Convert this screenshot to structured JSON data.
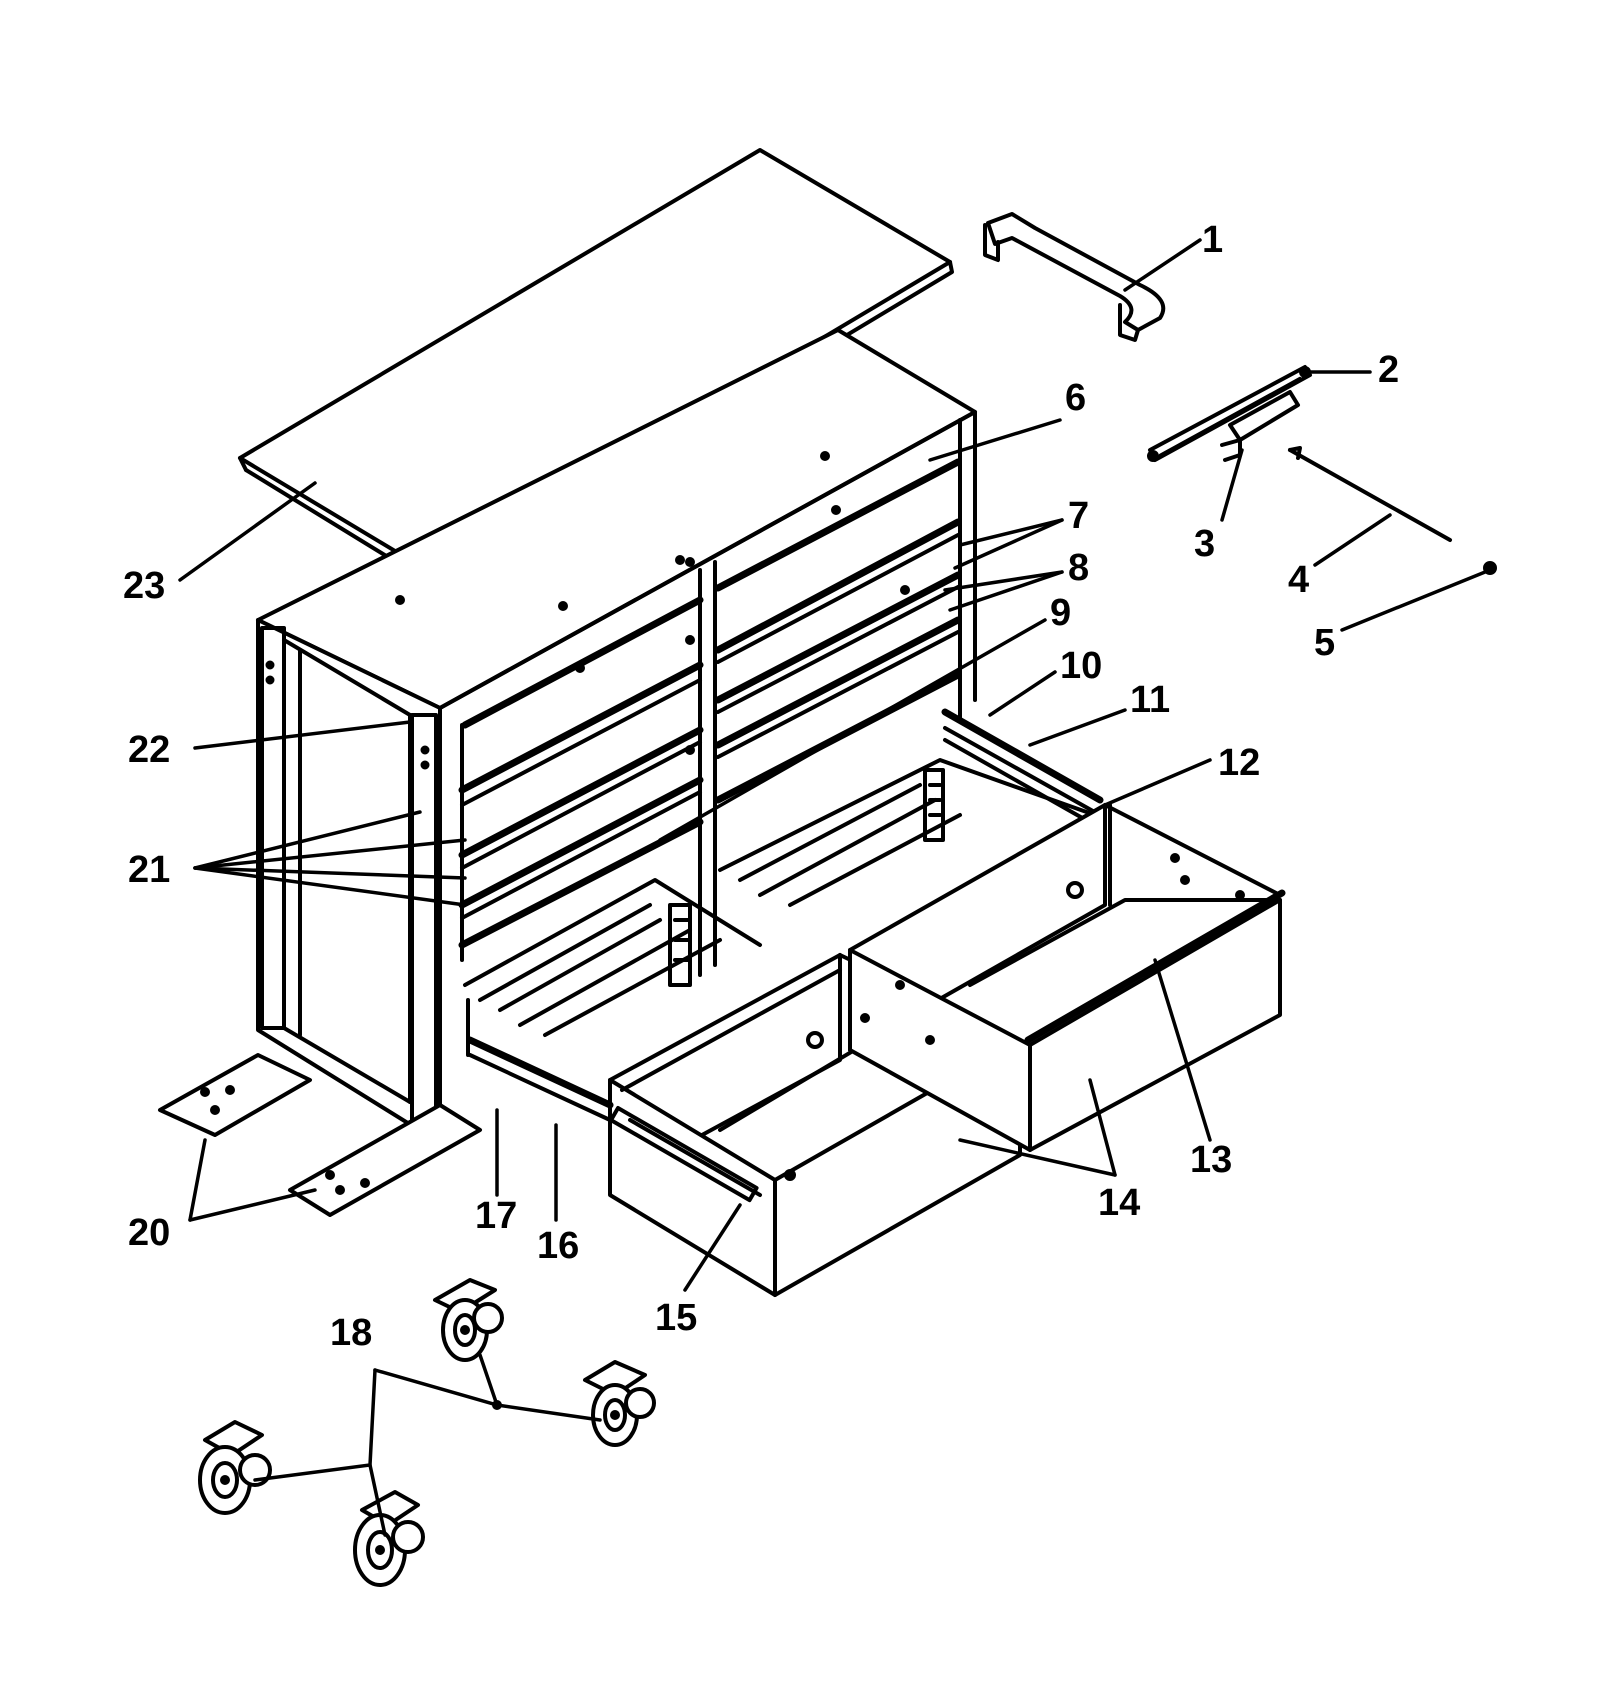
{
  "callouts": [
    {
      "id": "1",
      "label": "1"
    },
    {
      "id": "2",
      "label": "2"
    },
    {
      "id": "3",
      "label": "3"
    },
    {
      "id": "4",
      "label": "4"
    },
    {
      "id": "5",
      "label": "5"
    },
    {
      "id": "6",
      "label": "6"
    },
    {
      "id": "7",
      "label": "7"
    },
    {
      "id": "8",
      "label": "8"
    },
    {
      "id": "9",
      "label": "9"
    },
    {
      "id": "10",
      "label": "10"
    },
    {
      "id": "11",
      "label": "11"
    },
    {
      "id": "12",
      "label": "12"
    },
    {
      "id": "13",
      "label": "13"
    },
    {
      "id": "14",
      "label": "14"
    },
    {
      "id": "15",
      "label": "15"
    },
    {
      "id": "16",
      "label": "16"
    },
    {
      "id": "17",
      "label": "17"
    },
    {
      "id": "18",
      "label": "18"
    },
    {
      "id": "20",
      "label": "20"
    },
    {
      "id": "21",
      "label": "21"
    },
    {
      "id": "22",
      "label": "22"
    },
    {
      "id": "23",
      "label": "23"
    }
  ],
  "colors": {
    "ink": "#000000",
    "paper": "#ffffff"
  }
}
